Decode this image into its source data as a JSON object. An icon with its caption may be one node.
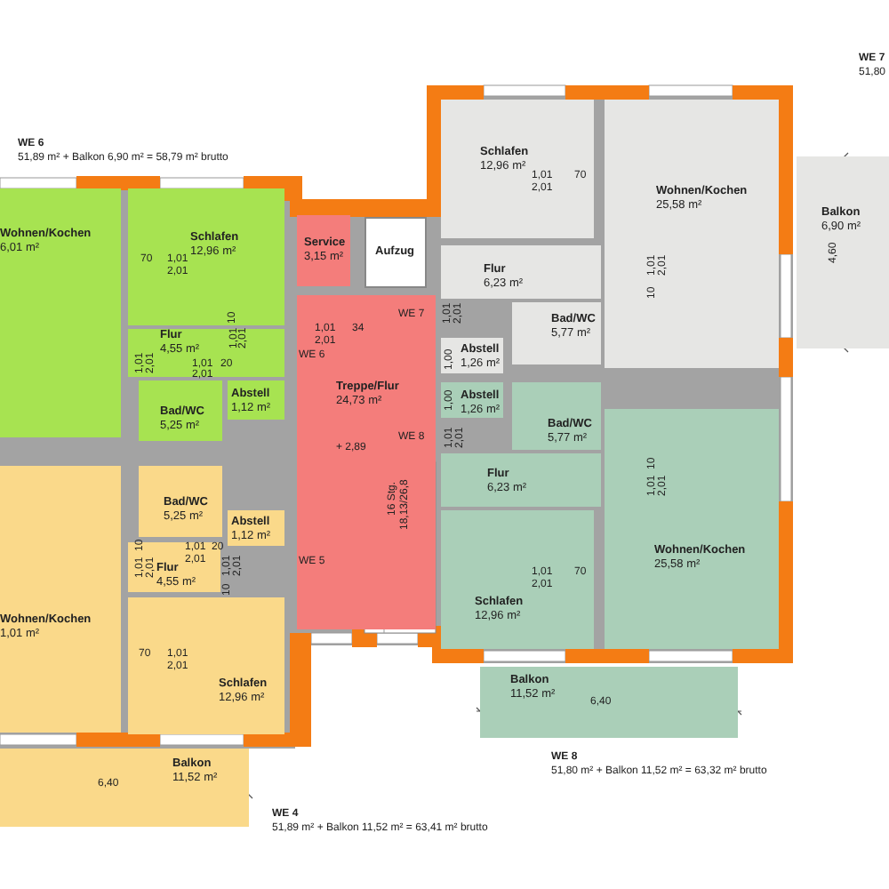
{
  "diagram": {
    "nodes": [
      {
        "text": [
          "Schlafen",
          "12,96 m²"
        ]
      },
      {
        "text": [
          "Wohnen/Kochen",
          "6,01 m²"
        ]
      },
      {
        "text": [
          "Flur",
          "4,55 m²"
        ]
      },
      {
        "text": [
          "Abstell",
          "1,12 m²"
        ]
      },
      {
        "text": [
          "Bad/WC",
          "5,25 m²"
        ]
      },
      {
        "text": [
          "Service",
          "3,15 m²"
        ]
      },
      {
        "text": [
          "Aufzug"
        ]
      },
      {
        "text": [
          "Treppe/Flur",
          "24,73 m²"
        ]
      },
      {
        "text": [
          "Schlafen",
          "12,96 m²"
        ]
      },
      {
        "text": [
          "Wohnen/Kochen",
          "25,58 m²"
        ]
      },
      {
        "text": [
          "Balkon",
          "6,90 m²"
        ]
      },
      {
        "text": [
          "Flur",
          "6,23 m²"
        ]
      },
      {
        "text": [
          "Bad/WC",
          "5,77 m²"
        ]
      },
      {
        "text": [
          "Abstell",
          "1,26 m²"
        ]
      },
      {
        "text": [
          "Abstell",
          "1,26 m²"
        ]
      },
      {
        "text": [
          "Bad/WC",
          "5,77 m²"
        ]
      },
      {
        "text": [
          "Flur",
          "6,23 m²"
        ]
      },
      {
        "text": [
          "Wohnen/Kochen",
          "25,58 m²"
        ]
      },
      {
        "text": [
          "Schlafen",
          "12,96 m²"
        ]
      },
      {
        "text": [
          "Balkon",
          "11,52 m²"
        ]
      },
      {
        "text": [
          "Bad/WC",
          "5,25 m²"
        ]
      },
      {
        "text": [
          "Abstell",
          "1,12 m²"
        ]
      },
      {
        "text": [
          "Flur",
          "4,55 m²"
        ]
      },
      {
        "text": [
          "Wohnen/Kochen",
          "1,01 m²"
        ]
      },
      {
        "text": [
          "Schlafen",
          "12,96 m²"
        ]
      },
      {
        "text": [
          "Balkon",
          "11,52 m²"
        ]
      }
    ],
    "labels": [
      "WE 7",
      "51,80",
      "WE 6",
      "51,89 m² + Balkon 6,90 m² = 58,79 m² brutto",
      "1,01",
      "70",
      "2,01",
      "4,60",
      "70",
      "1,01",
      "2,01",
      "1,01",
      "2,01",
      "10",
      "WE 7",
      "1,01",
      "2,01",
      "10",
      "1,01",
      "2,01",
      "1,01",
      "34",
      "2,01",
      "1,01",
      "2,01",
      "1,01",
      "20",
      "2,01",
      "WE 6",
      "1,00",
      "1,00",
      "1,01",
      "2,01",
      "WE 8",
      "+ 2,89",
      "10",
      "1,01",
      "2,01",
      "16 Stg.",
      "18,13/26,8",
      "10",
      "1,01",
      "20",
      "2,01",
      "1,01",
      "2,01",
      "1,01",
      "2,01",
      "WE 5",
      "10",
      "1,01",
      "70",
      "2,01",
      "70",
      "1,01",
      "2,01",
      "6,40",
      "WE 8",
      "51,80 m² + Balkon 11,52 m² = 63,32 m² brutto",
      "6,40",
      "WE 4",
      "51,89 m² + Balkon 11,52 m² = 63,41 m² brutto"
    ]
  }
}
